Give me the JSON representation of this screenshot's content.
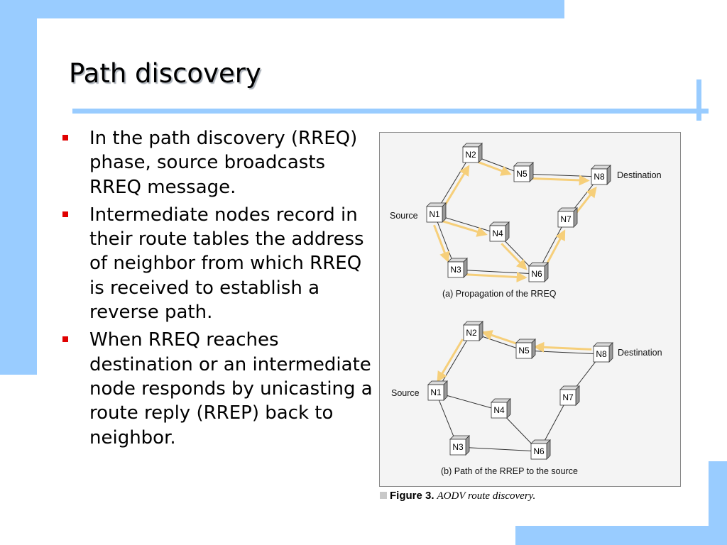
{
  "slide": {
    "title": "Path discovery",
    "bullets": [
      "In the path discovery (RREQ) phase, source broadcasts RREQ message.",
      "Intermediate nodes record in their route tables the address of neighbor from which RREQ is received to establish a reverse path.",
      "When RREQ reaches destination or an intermediate node responds by unicasting a route reply (RREP) back to neighbor."
    ]
  },
  "figure": {
    "caption_label": "Figure 3.",
    "caption_text": "AODV route discovery.",
    "colors": {
      "arrow": "#f6cf7a",
      "node_face": "#ffffff",
      "node_side": "#9a9a9a",
      "bullet": "#e00000",
      "frame": "#99ccff"
    },
    "diagram_a": {
      "caption": "(a) Propagation of the RREQ",
      "source_label": "Source",
      "destination_label": "Destination",
      "nodes": [
        "N1",
        "N2",
        "N3",
        "N4",
        "N5",
        "N6",
        "N7",
        "N8"
      ]
    },
    "diagram_b": {
      "caption": "(b) Path of the RREP to the source",
      "source_label": "Source",
      "destination_label": "Destination",
      "nodes": [
        "N1",
        "N2",
        "N3",
        "N4",
        "N5",
        "N6",
        "N7",
        "N8"
      ]
    }
  }
}
